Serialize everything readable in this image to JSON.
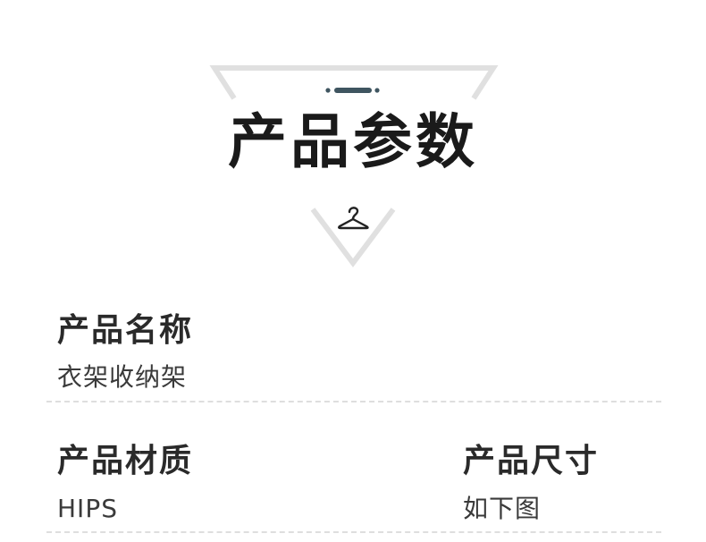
{
  "header": {
    "title": "产品参数",
    "icon": "hanger-icon"
  },
  "colors": {
    "frame_grey": "#e0e0e0",
    "accent_slate": "#3f5560",
    "text_dark": "#1a1a1a"
  },
  "specs": [
    {
      "label": "产品名称",
      "value": "衣架收纳架"
    },
    {
      "label": "产品材质",
      "value": "HIPS"
    },
    {
      "label": "产品尺寸",
      "value": "如下图"
    }
  ]
}
